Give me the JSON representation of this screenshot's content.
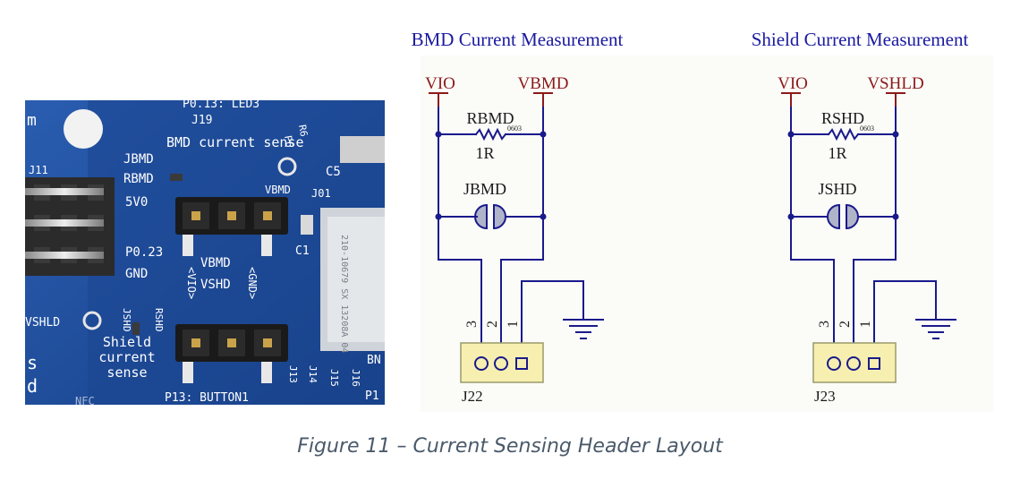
{
  "photo": {
    "labels": {
      "top_marking": "P0.13: LED3",
      "j19": "J19",
      "bmd_current_sense": "BMD current sense",
      "jbmd": "JBMD",
      "rbmd": "RBMD",
      "j11": "J11",
      "v5": "5V0",
      "p023": "P0.23",
      "gnd": "GND",
      "vbmd": "VBMD",
      "c5": "C5",
      "j01": "J01",
      "c1": "C1",
      "vio_left": "<VIO>",
      "vbmd_mid": "VBMD",
      "vshd": "VSHD",
      "gnd_right": "<GND>",
      "vshld": "VSHLD",
      "jshd": "JSHD",
      "rshd": "RSHD",
      "shield_sense": "Shield current sense",
      "p13": "P13: BUTTON1",
      "module_text": "210-10679 SX 13208A 04",
      "m_left": "m",
      "s_left": "s",
      "d_left": "d",
      "nfc": "NFC",
      "j13": "J13",
      "j14": "J14",
      "j15": "J15",
      "j16": "J16",
      "p1": "P1",
      "bn": "BN",
      "p6": "P6",
      "r6": "R6"
    }
  },
  "schematic": {
    "bmd": {
      "title": "BMD Current Measurement",
      "vio": "VIO",
      "rail": "VBMD",
      "resistor": "RBMD",
      "package": "0603",
      "value": "1R",
      "jumper": "JBMD",
      "pins": [
        "3",
        "2",
        "1"
      ],
      "header": "J22"
    },
    "shield": {
      "title": "Shield Current Measurement",
      "vio": "VIO",
      "rail": "VSHLD",
      "resistor": "RSHD",
      "package": "0603",
      "value": "1R",
      "jumper": "JSHD",
      "pins": [
        "3",
        "2",
        "1"
      ],
      "header": "J23"
    }
  },
  "caption": "Figure 11 – Current Sensing Header Layout",
  "colors": {
    "title": "#1a1aa0",
    "wire": "#1a1a8c",
    "power": "#8c1a1a",
    "header_fill": "#f7efb0",
    "pcb": "#1e4d9a"
  }
}
